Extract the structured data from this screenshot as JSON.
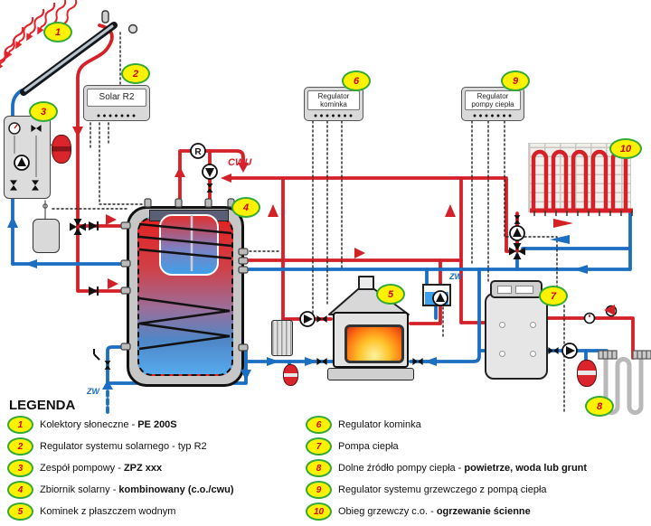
{
  "labels": {
    "legend_title": "LEGENDA",
    "cwu": "CWU",
    "zw_left": "ZW",
    "zw_right": "ZW",
    "r_gauge": "R"
  },
  "regulators": {
    "solar": {
      "label": "Solar R2",
      "badge": "2"
    },
    "fireplace": {
      "line1": "Regulator",
      "line2": "kominka",
      "badge": "6"
    },
    "heat_pump": {
      "line1": "Regulator",
      "line2": "pompy ciepła",
      "badge": "9"
    }
  },
  "badges": {
    "collectors": "1",
    "pump_group": "3",
    "solar_tank": "4",
    "fireplace": "5",
    "heat_pump": "7",
    "ground_source": "8",
    "wall_heating": "10"
  },
  "legend": {
    "left": [
      {
        "num": "1",
        "text": "Kolektory słoneczne - ",
        "bold": "PE 200S"
      },
      {
        "num": "2",
        "text": "Regulator systemu solarnego - typ R2",
        "bold": ""
      },
      {
        "num": "3",
        "text": "Zespół pompowy - ",
        "bold": "ZPZ xxx"
      },
      {
        "num": "4",
        "text": "Zbiornik solarny - ",
        "bold": "kombinowany (c.o./cwu)"
      },
      {
        "num": "5",
        "text": "Kominek z płaszczem wodnym",
        "bold": ""
      }
    ],
    "right": [
      {
        "num": "6",
        "text": "Regulator kominka",
        "bold": ""
      },
      {
        "num": "7",
        "text": "Pompa ciepła",
        "bold": ""
      },
      {
        "num": "8",
        "text": "Dolne źródło pompy ciepła - ",
        "bold": "powietrze, woda lub grunt"
      },
      {
        "num": "9",
        "text": "Regulator systemu grzewczego z pompą ciepła",
        "bold": ""
      },
      {
        "num": "10",
        "text": "Obieg grzewczy c.o. - ",
        "bold": "ogrzewanie ścienne"
      }
    ]
  },
  "colors": {
    "hot_pipe": "#d42027",
    "cold_pipe": "#1b6ec2",
    "badge_fill": "#fff200",
    "badge_border": "#35a935",
    "badge_number": "#d40000",
    "fire_glow": "#ff8c1a"
  }
}
